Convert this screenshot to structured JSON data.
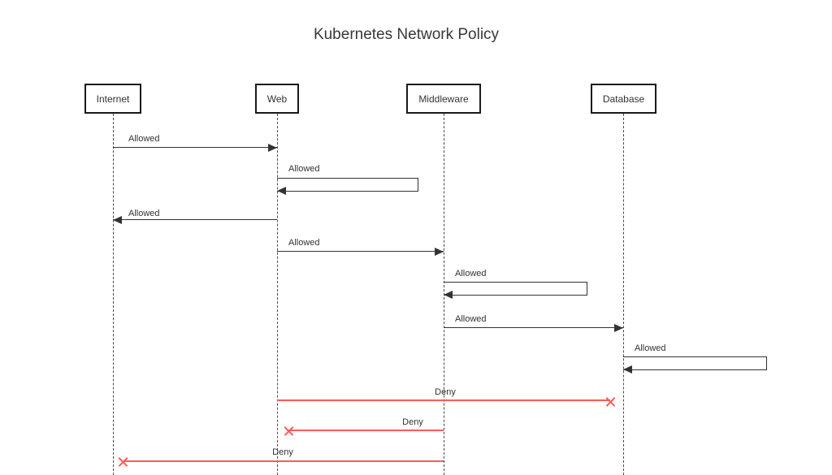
{
  "diagram": {
    "type": "sequence",
    "title": "Kubernetes Network Policy",
    "participants": [
      "Internet",
      "Web",
      "Middleware",
      "Database"
    ],
    "messages": [
      {
        "from": "Internet",
        "to": "Web",
        "label": "Allowed",
        "status": "allowed",
        "kind": "call"
      },
      {
        "from": "Web",
        "to": "Web",
        "label": "Allowed",
        "status": "allowed",
        "kind": "self"
      },
      {
        "from": "Web",
        "to": "Internet",
        "label": "Allowed",
        "status": "allowed",
        "kind": "call"
      },
      {
        "from": "Web",
        "to": "Middleware",
        "label": "Allowed",
        "status": "allowed",
        "kind": "call"
      },
      {
        "from": "Middleware",
        "to": "Middleware",
        "label": "Allowed",
        "status": "allowed",
        "kind": "self"
      },
      {
        "from": "Middleware",
        "to": "Database",
        "label": "Allowed",
        "status": "allowed",
        "kind": "call"
      },
      {
        "from": "Database",
        "to": "Database",
        "label": "Allowed",
        "status": "allowed",
        "kind": "self"
      },
      {
        "from": "Web",
        "to": "Database",
        "label": "Deny",
        "status": "denied",
        "kind": "blocked"
      },
      {
        "from": "Middleware",
        "to": "Web",
        "label": "Deny",
        "status": "denied",
        "kind": "blocked"
      },
      {
        "from": "Middleware",
        "to": "Internet",
        "label": "Deny",
        "status": "denied",
        "kind": "blocked"
      }
    ]
  },
  "icons": {
    "arrowhead-right": "css-triangle-right",
    "arrowhead-left": "css-triangle-left",
    "deny-cross": "css-x-mark"
  },
  "colors": {
    "allowed-line": "#333333",
    "deny-line": "#ff5a5a",
    "box-border": "#1a1a1a",
    "text": "#333333",
    "background": "#ffffff"
  }
}
